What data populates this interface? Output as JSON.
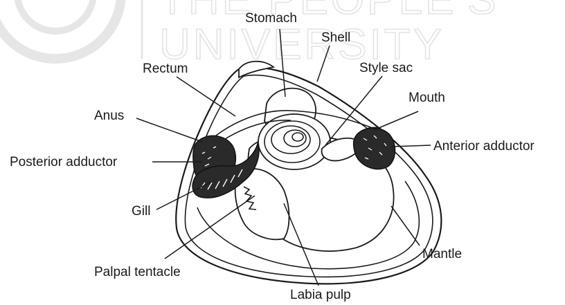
{
  "watermark": {
    "line1": "THE PEOPLE'S",
    "line2": "UNIVERSITY"
  },
  "labels": {
    "stomach": "Stomach",
    "shell": "Shell",
    "rectum": "Rectum",
    "style_sac": "Style sac",
    "mouth": "Mouth",
    "anus": "Anus",
    "anterior_adductor": "Anterior adductor",
    "posterior_adductor": "Posterior adductor",
    "gill": "Gill",
    "mantle": "Mantle",
    "palpal_tentacle": "Palpal tentacle",
    "labia_pulp": "Labia pulp"
  }
}
